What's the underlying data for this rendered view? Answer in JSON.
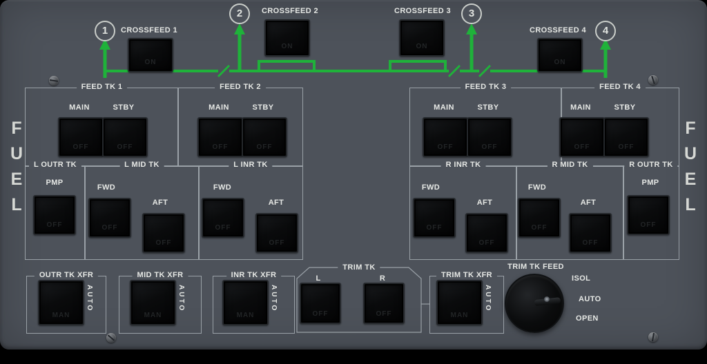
{
  "colors": {
    "panel": "#4d525a",
    "line": "#9aa1a7",
    "text": "#e6e8e5",
    "green": "#1fb23a"
  },
  "side_labels": {
    "left": "FUEL",
    "right": "FUEL"
  },
  "crossfeed": {
    "items": [
      {
        "number": "1",
        "label": "CROSSFEED 1",
        "legend": "ON"
      },
      {
        "number": "2",
        "label": "CROSSFEED 2",
        "legend": "ON"
      },
      {
        "number": "3",
        "label": "CROSSFEED 3",
        "legend": "ON"
      },
      {
        "number": "4",
        "label": "CROSSFEED 4",
        "legend": "ON"
      }
    ]
  },
  "feed_tanks": [
    {
      "title": "FEED TK 1",
      "main_label": "MAIN",
      "stby_label": "STBY",
      "main_legend": "OFF",
      "stby_legend": "OFF"
    },
    {
      "title": "FEED TK 2",
      "main_label": "MAIN",
      "stby_label": "STBY",
      "main_legend": "OFF",
      "stby_legend": "OFF"
    },
    {
      "title": "FEED TK 3",
      "main_label": "MAIN",
      "stby_label": "STBY",
      "main_legend": "OFF",
      "stby_legend": "OFF"
    },
    {
      "title": "FEED TK 4",
      "main_label": "MAIN",
      "stby_label": "STBY",
      "main_legend": "OFF",
      "stby_legend": "OFF"
    }
  ],
  "transfer_tanks": [
    {
      "title": "L OUTR TK",
      "sub": "PMP",
      "pmp_legend": "OFF"
    },
    {
      "title": "L MID TK",
      "fwd_label": "FWD",
      "aft_label": "AFT",
      "fwd_legend": "OFF",
      "aft_legend": "OFF"
    },
    {
      "title": "L INR TK",
      "fwd_label": "FWD",
      "aft_label": "AFT",
      "fwd_legend": "OFF",
      "aft_legend": "OFF"
    },
    {
      "title": "R INR TK",
      "fwd_label": "FWD",
      "aft_label": "AFT",
      "fwd_legend": "OFF",
      "aft_legend": "OFF"
    },
    {
      "title": "R MID TK",
      "fwd_label": "FWD",
      "aft_label": "AFT",
      "fwd_legend": "OFF",
      "aft_legend": "OFF"
    },
    {
      "title": "R OUTR TK",
      "sub": "PMP",
      "pmp_legend": "OFF"
    }
  ],
  "bottom": {
    "xfr": [
      {
        "title": "OUTR TK XFR",
        "side": "AUTO",
        "legend": "MAN"
      },
      {
        "title": "MID TK XFR",
        "side": "AUTO",
        "legend": "MAN"
      },
      {
        "title": "INR TK XFR",
        "side": "AUTO",
        "legend": "MAN"
      }
    ],
    "trim_tank": {
      "title": "TRIM TK",
      "left_label": "L",
      "right_label": "R",
      "left_legend": "OFF",
      "right_legend": "OFF"
    },
    "trim_xfr": {
      "title": "TRIM TK XFR",
      "side": "AUTO",
      "legend": "MAN"
    },
    "trim_feed": {
      "title": "TRIM TK FEED",
      "positions": [
        "ISOL",
        "AUTO",
        "OPEN"
      ]
    }
  }
}
